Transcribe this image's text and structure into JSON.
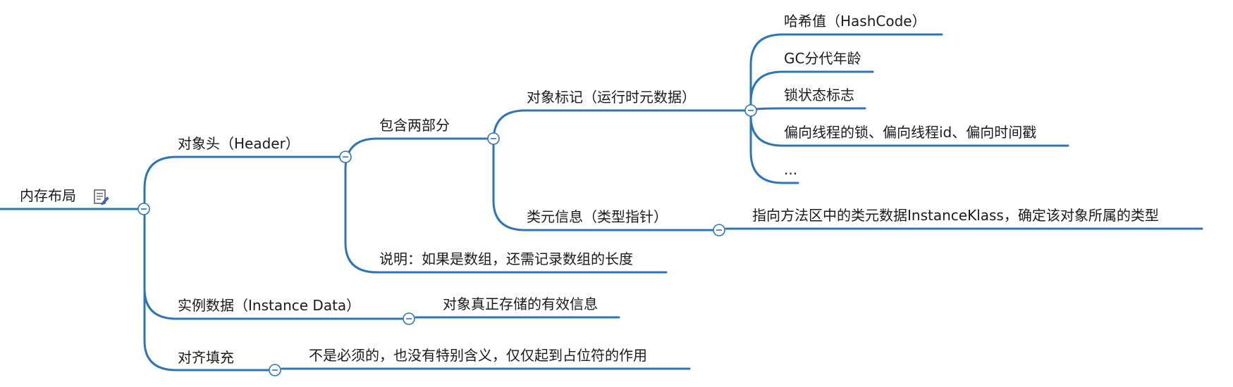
{
  "mindmap": {
    "root": {
      "label": "内存布局",
      "icon": "note-icon"
    },
    "header": {
      "label": "对象头（Header）",
      "contains": {
        "label": "包含两部分",
        "mark_word": {
          "label": "对象标记（运行时元数据）",
          "items": [
            "哈希值（HashCode）",
            "GC分代年龄",
            "锁状态标志",
            "偏向线程的锁、偏向线程id、偏向时间戳",
            "..."
          ]
        },
        "klass_pointer": {
          "label": "类元信息（类型指针）",
          "detail": "指向方法区中的类元数据InstanceKlass，确定该对象所属的类型"
        }
      },
      "note": "说明：如果是数组，还需记录数组的长度"
    },
    "instance_data": {
      "label": "实例数据（Instance Data）",
      "detail": "对象真正存储的有效信息"
    },
    "padding": {
      "label": "对齐填充",
      "detail": "不是必须的，也没有特别含义，仅仅起到占位符的作用"
    }
  },
  "colors": {
    "line": "#2e75b6",
    "text": "#1a1a1a"
  }
}
